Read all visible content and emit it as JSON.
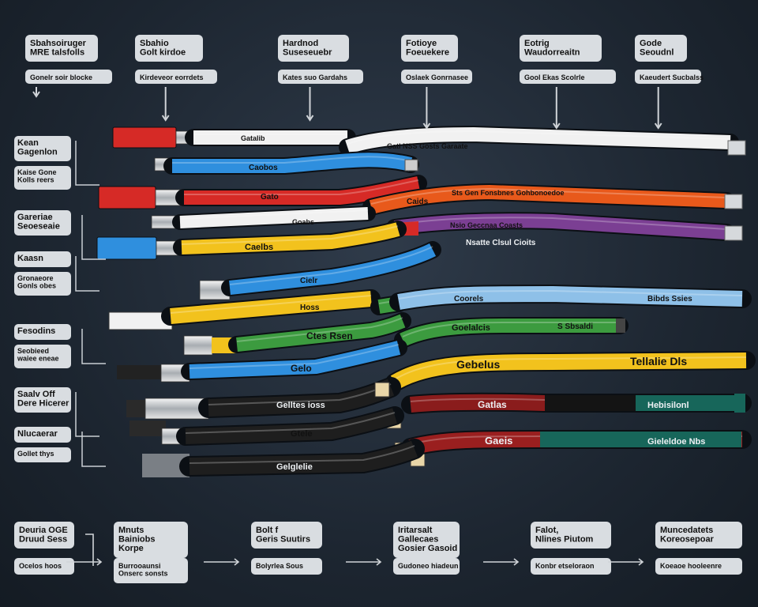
{
  "colors": {
    "background": "#1d2631",
    "label_box": "#d9dde1",
    "label_box_dark": "#9aa3ab",
    "red": "#d62a26",
    "blue": "#2f8fde",
    "yellow": "#f2c21d",
    "green": "#3c9b3f",
    "orange": "#e8591b",
    "purple": "#7b3f93",
    "white": "#f1f1f1",
    "black": "#1e1e1e",
    "teal": "#17665a",
    "lightblue": "#8ec0e8"
  },
  "top_labels": [
    {
      "title": "Sbahsoiruger\nMRE talsfolls",
      "sub": "Gonelr soir blocke"
    },
    {
      "title": "Sbahio\nGolt kirdoe",
      "sub": "Kirdeveor eorrdets"
    },
    {
      "title": "Hardnod\nSuseseuebr",
      "sub": "Kates suo Gardahs"
    },
    {
      "title": "Fotioye\nFoeuekere",
      "sub": "Oslaek Gonrnasee"
    },
    {
      "title": "Eotrig\nWaudorreaitn",
      "sub": "Gool Ekas Scolrle"
    },
    {
      "title": "Gode\nSeoudnl",
      "sub": "Kaeudert Sucbalss"
    }
  ],
  "left_labels": [
    {
      "title": "Kean\nGagenlon",
      "sub": "Kaise Gone\nKolls reers"
    },
    {
      "title": "Gareriae\nSeoeseaie",
      "sub": ""
    },
    {
      "title": "Kaasn",
      "sub": "Gronaeore\nGonls obes"
    },
    {
      "title": "Fesodins",
      "sub": "Seobieed\nwaiee eneae"
    },
    {
      "title": "Saalv Off\nDere Hicerer",
      "sub": ""
    },
    {
      "title": "Nlucaerar",
      "sub": "Gollet thys"
    }
  ],
  "bottom_labels": [
    {
      "title": "Deuria OGE\nDruud Sess",
      "sub": "Ocelos hoos"
    },
    {
      "title": "Mnuts\nBainiobs\nKorpe",
      "sub": "Burrooaunsi\nOnserc sonsts"
    },
    {
      "title": "Bolt f\nGeris Suutirs",
      "sub": "Bolyrlea Sous"
    },
    {
      "title": "Iritarsalt\nGallecaes\nGosier Gasoid",
      "sub": "Gudoneo hiadeun"
    },
    {
      "title": "Falot,\nNlines Piutom",
      "sub": "Konbr etseloraon"
    },
    {
      "title": "Muncedatets\nKoreosepoar",
      "sub": "Koeaoe hooleenre"
    }
  ],
  "cable_labels": [
    "Gatalib",
    "Gatl NSS Gosts Garaate",
    "Caobos",
    "Gato",
    "Goabs",
    "Sts Gen Fonsbnes Gohbonoedoe",
    "Caids",
    "Nsio Geccnaa Coasts",
    "Caelbs",
    "Nsatte Clsul Cioits",
    "Cielr",
    "Coorels",
    "Bibds Ssies",
    "Hoss",
    "Ctes Rsen",
    "Goelalcis",
    "S Sbsaldi",
    "Gelo",
    "Gebelus",
    "Tellalie Dls",
    "Gelltes ioss",
    "Gatlas",
    "Hebisilonl",
    "Gtele",
    "Gaeis",
    "Gieleldoe Nbs",
    "Gelglelie"
  ]
}
